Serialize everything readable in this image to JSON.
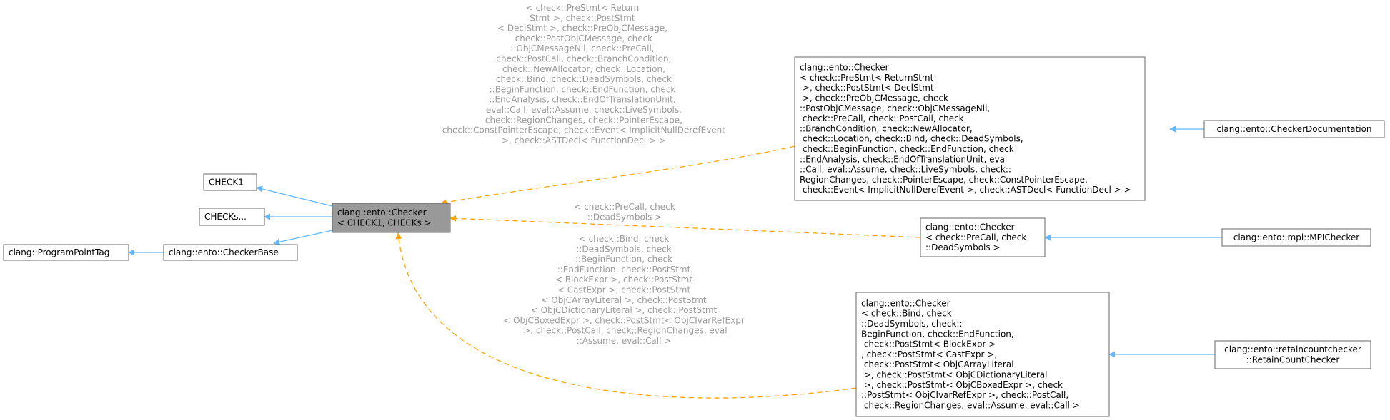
{
  "colors": {
    "inheritance_edge": "#63b8ff",
    "template_edge": "#ffa500",
    "focus_node_fill": "#999999",
    "node_border": "#666666",
    "edge_label_text": "#9a9a9a"
  },
  "nodes": {
    "program_point_tag": [
      "clang::ProgramPointTag"
    ],
    "checker_base": [
      "clang::ento::CheckerBase"
    ],
    "check1": [
      "CHECK1"
    ],
    "checks": [
      "CHECKs..."
    ],
    "checker_template": [
      "clang::ento::Checker",
      "< CHECK1, CHECKs >"
    ],
    "checker_big": [
      "clang::ento::Checker",
      "< check::PreStmt< ReturnStmt",
      " >, check::PostStmt< DeclStmt",
      " >, check::PreObjCMessage, check",
      "::PostObjCMessage, check::ObjCMessageNil,",
      " check::PreCall, check::PostCall, check",
      "::BranchCondition, check::NewAllocator,",
      " check::Location, check::Bind, check::DeadSymbols,",
      " check::BeginFunction, check::EndFunction, check",
      "::EndAnalysis, check::EndOfTranslationUnit, eval",
      "::Call, eval::Assume, check::LiveSymbols, check::",
      "RegionChanges, check::PointerEscape, check::ConstPointerEscape,",
      " check::Event< ImplicitNullDerefEvent >, check::ASTDecl< FunctionDecl > >"
    ],
    "checker_precall": [
      "clang::ento::Checker",
      "< check::PreCall, check",
      "::DeadSymbols >"
    ],
    "checker_bind": [
      "clang::ento::Checker",
      "< check::Bind, check",
      "::DeadSymbols, check::",
      "BeginFunction, check::EndFunction,",
      " check::PostStmt< BlockExpr >",
      ", check::PostStmt< CastExpr >,",
      " check::PostStmt< ObjCArrayLiteral",
      " >, check::PostStmt< ObjCDictionaryLiteral",
      " >, check::PostStmt< ObjCBoxedExpr >, check",
      "::PostStmt< ObjCIvarRefExpr >, check::PostCall,",
      " check::RegionChanges, eval::Assume, eval::Call >"
    ],
    "checker_documentation": [
      "clang::ento::CheckerDocumentation"
    ],
    "mpi_checker": [
      "clang::ento::mpi::MPIChecker"
    ],
    "retain_count_checker": [
      "clang::ento::retaincountchecker",
      "::RetainCountChecker"
    ]
  },
  "edge_labels": {
    "to_big": [
      "< check::PreStmt< Return",
      "Stmt >, check::PostStmt",
      "< DeclStmt >, check::PreObjCMessage,",
      " check::PostObjCMessage, check",
      "::ObjCMessageNil, check::PreCall,",
      " check::PostCall, check::BranchCondition,",
      " check::NewAllocator, check::Location,",
      " check::Bind, check::DeadSymbols, check",
      "::BeginFunction, check::EndFunction, check",
      "::EndAnalysis, check::EndOfTranslationUnit,",
      " eval::Call, eval::Assume, check::LiveSymbols,",
      " check::RegionChanges, check::PointerEscape,",
      " check::ConstPointerEscape, check::Event< ImplicitNullDerefEvent",
      " >, check::ASTDecl< FunctionDecl > >"
    ],
    "to_precall": [
      "< check::PreCall, check",
      "::DeadSymbols >"
    ],
    "to_bind": [
      "< check::Bind, check",
      "::DeadSymbols, check",
      "::BeginFunction, check",
      "::EndFunction, check::PostStmt",
      "< BlockExpr >, check::PostStmt",
      "< CastExpr >, check::PostStmt",
      "< ObjCArrayLiteral >, check::PostStmt",
      "< ObjCDictionaryLiteral >, check::PostStmt",
      "< ObjCBoxedExpr >, check::PostStmt< ObjCIvarRefExpr",
      " >, check::PostCall, check::RegionChanges, eval",
      "::Assume, eval::Call >"
    ]
  }
}
